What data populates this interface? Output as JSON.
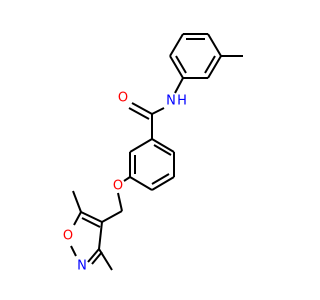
{
  "diagram": {
    "atoms": {
      "carbonyl_oxygen": "O",
      "amide_nitrogen": "N",
      "amide_hydrogen": "H",
      "ether_oxygen": "O",
      "ring_oxygen": "O",
      "ring_nitrogen": "N"
    },
    "colors": {
      "bond": "#000000",
      "oxygen": "#ff0000",
      "nitrogen": "#0000ff"
    }
  }
}
